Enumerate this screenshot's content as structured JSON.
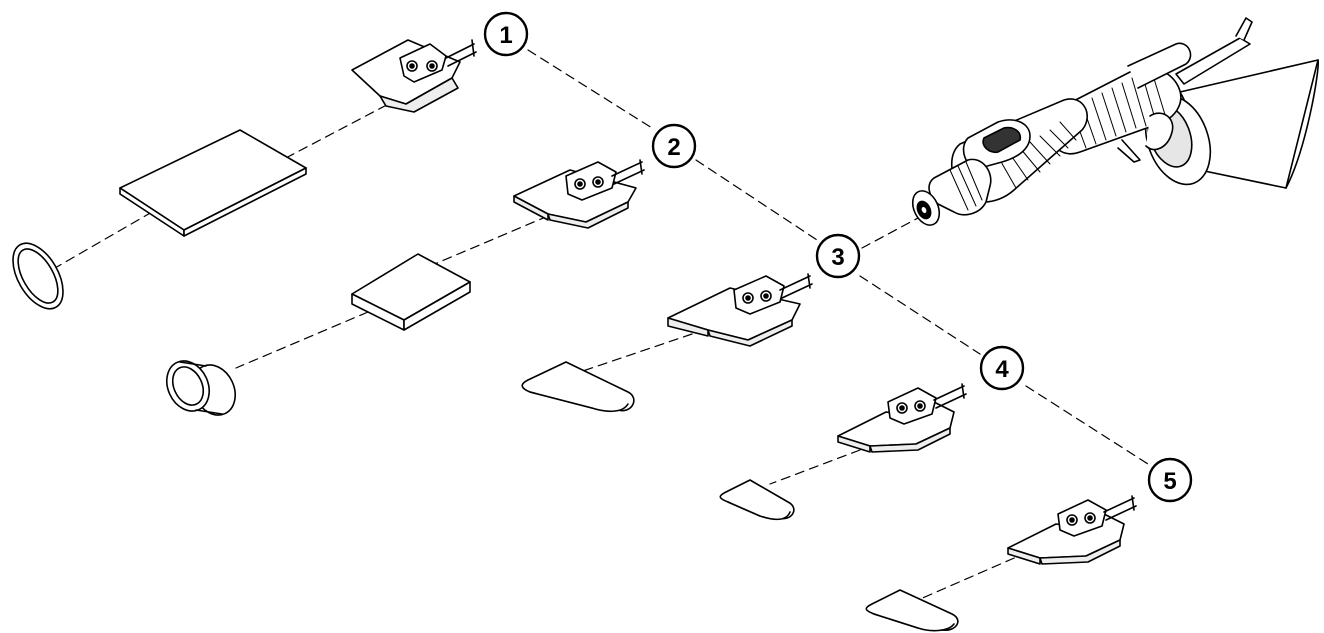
{
  "diagram": {
    "colors": {
      "stroke": "#000000",
      "fill": "#ffffff",
      "shade": "#d8d8d8"
    },
    "callouts": [
      {
        "id": "1",
        "label": "1"
      },
      {
        "id": "2",
        "label": "2"
      },
      {
        "id": "3",
        "label": "3"
      },
      {
        "id": "4",
        "label": "4"
      },
      {
        "id": "5",
        "label": "5"
      }
    ]
  }
}
